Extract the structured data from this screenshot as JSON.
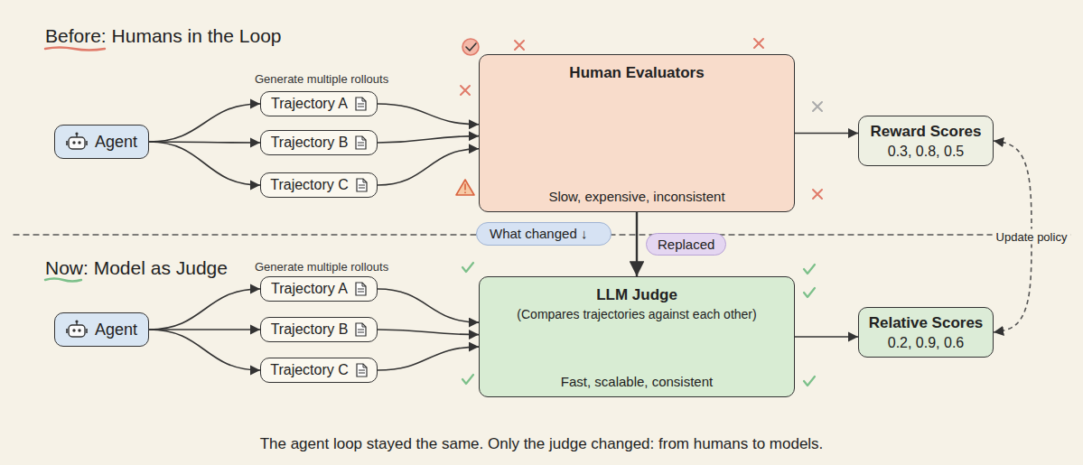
{
  "diagram": {
    "caption": "The agent loop stayed the same. Only the judge changed: from humans to models.",
    "nodes": [
      {
        "text": [
          "Agent"
        ]
      },
      {
        "text": [
          "Trajectory A"
        ]
      },
      {
        "text": [
          "Trajectory B"
        ]
      },
      {
        "text": [
          "Trajectory C"
        ]
      },
      {
        "text": [
          "Human Evaluators",
          "Slow, expensive, inconsistent"
        ]
      },
      {
        "text": [
          "Reward Scores",
          "0.3, 0.8, 0.5"
        ]
      },
      {
        "text": [
          "What changed ↓"
        ]
      },
      {
        "text": [
          "Agent"
        ]
      },
      {
        "text": [
          "Trajectory A"
        ]
      },
      {
        "text": [
          "Trajectory B"
        ]
      },
      {
        "text": [
          "Trajectory C"
        ]
      },
      {
        "text": [
          "LLM Judge",
          "(Compares trajectories against each other)",
          "Fast, scalable, consistent"
        ]
      },
      {
        "text": [
          "Relative Scores",
          "0.2, 0.9, 0.6"
        ]
      }
    ],
    "edges": [
      {
        "from": 0,
        "to": 1,
        "arrow": "to"
      },
      {
        "from": 0,
        "to": 2,
        "arrow": "to"
      },
      {
        "from": 0,
        "to": 3,
        "arrow": "to"
      },
      {
        "from": 1,
        "to": 4,
        "arrow": "to"
      },
      {
        "from": 2,
        "to": 4,
        "arrow": "to"
      },
      {
        "from": 3,
        "to": 4,
        "arrow": "to"
      },
      {
        "from": 4,
        "to": 5,
        "arrow": "to"
      },
      {
        "from": 4,
        "to": 11,
        "label": "Replaced",
        "arrow": "to"
      },
      {
        "from": 7,
        "to": 8,
        "arrow": "to"
      },
      {
        "from": 7,
        "to": 9,
        "arrow": "to"
      },
      {
        "from": 7,
        "to": 10,
        "arrow": "to"
      },
      {
        "from": 8,
        "to": 11,
        "arrow": "to"
      },
      {
        "from": 9,
        "to": 11,
        "arrow": "to"
      },
      {
        "from": 10,
        "to": 11,
        "arrow": "to"
      },
      {
        "from": 11,
        "to": 12,
        "arrow": "to"
      },
      {
        "from": 5,
        "to": 12,
        "label": "Update policy",
        "arrow": "both"
      }
    ],
    "labels": [
      "Before: Humans in the Loop",
      "Generate multiple rollouts",
      "Now: Model as Judge",
      "Generate multiple rollouts"
    ]
  }
}
